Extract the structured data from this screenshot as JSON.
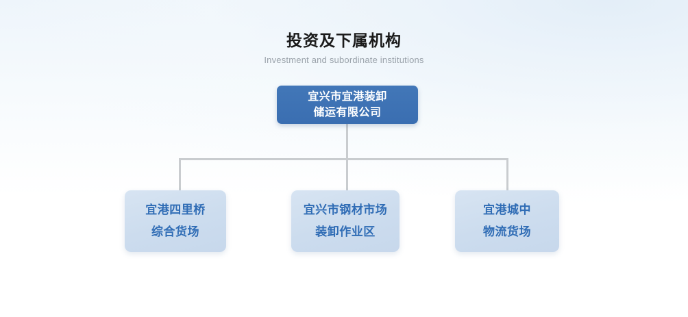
{
  "header": {
    "title": "投资及下属机构",
    "subtitle": "Investment and subordinate institutions"
  },
  "colors": {
    "root_fill": "#3c71b4",
    "root_text": "#ffffff",
    "child_fill": "#ccdcee",
    "child_text": "#2f6cb5",
    "connector": "#c9cccf",
    "title_text": "#1a1a1a",
    "subtitle_text": "#9aa2aa",
    "background_top": "#e6eff7",
    "background_bottom": "#ffffff"
  },
  "org_chart": {
    "root": {
      "id": "root",
      "lines": [
        "宜兴市宜港装卸",
        "储运有限公司"
      ],
      "full_name": "宜兴市宜港装卸储运有限公司"
    },
    "children": [
      {
        "id": "child-0",
        "lines": [
          "宜港四里桥",
          "综合货场"
        ],
        "full_name": "宜港四里桥综合货场"
      },
      {
        "id": "child-1",
        "lines": [
          "宜兴市钢材市场",
          "装卸作业区"
        ],
        "full_name": "宜兴市钢材市场装卸作业区"
      },
      {
        "id": "child-2",
        "lines": [
          "宜港城中",
          "物流货场"
        ],
        "full_name": "宜港城中物流货场"
      }
    ]
  }
}
